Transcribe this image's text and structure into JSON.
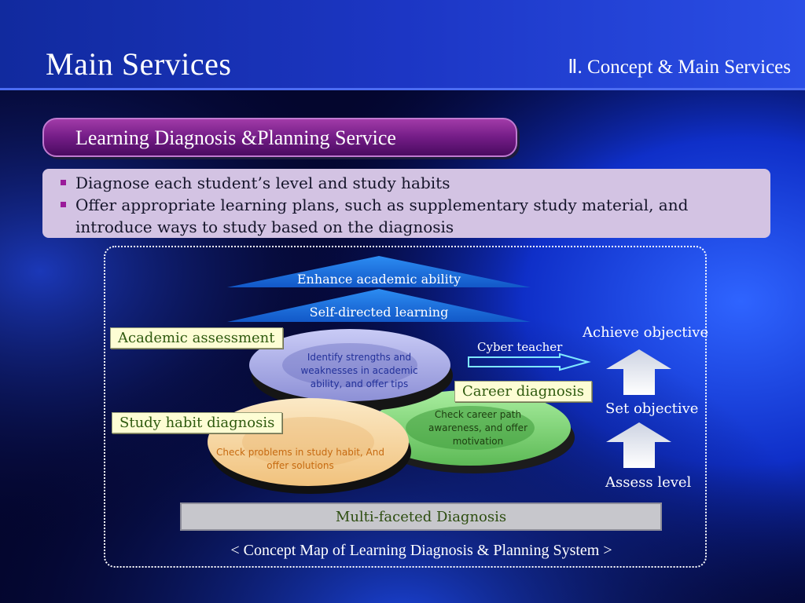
{
  "header": {
    "title": "Main Services",
    "section": "Ⅱ. Concept & Main Services"
  },
  "banner": {
    "label": "Learning Diagnosis &Planning Service"
  },
  "bullets": [
    "Diagnose each student’s level and study habits",
    "Offer appropriate learning plans, such as supplementary study material, and introduce ways to study based on the diagnosis"
  ],
  "diagram": {
    "arrows": {
      "top": "Enhance academic ability",
      "middle": "Self-directed learning"
    },
    "cyber_teacher": "Cyber teacher",
    "labels": {
      "academic": "Academic assessment",
      "career": "Career diagnosis",
      "study_habit": "Study habit diagnosis"
    },
    "ring_texts": {
      "academic": "Identify strengths and weaknesses in academic ability, and offer tips",
      "career": "Check career path awareness, and offer motivation",
      "study_habit": "Check problems in study habit, And offer solutions"
    },
    "steps": {
      "achieve": "Achieve objective",
      "set": "Set objective",
      "assess": "Assess level"
    },
    "base": "Multi-faceted Diagnosis",
    "caption": "< Concept Map of Learning Diagnosis & Planning System >"
  },
  "colors": {
    "background": "#04062e",
    "banner": "#8a2a9a",
    "bullet_box": "#d3c3e3",
    "academic_ring": "#b6b8ee",
    "career_ring": "#8dd88a",
    "study_ring": "#f9dba6",
    "label_box": "#fdfdd4"
  }
}
